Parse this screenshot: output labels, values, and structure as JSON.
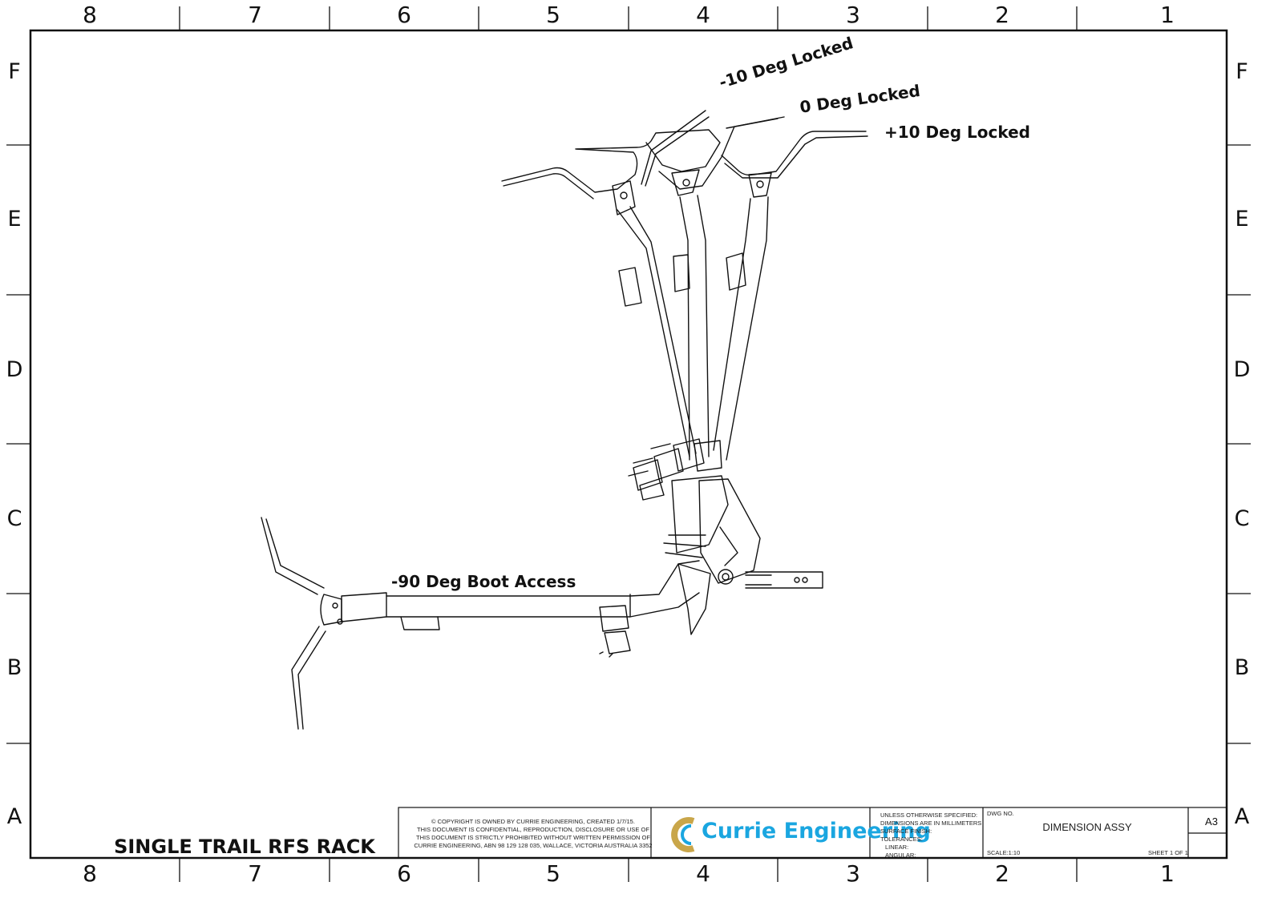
{
  "border": {
    "column_numbers": [
      "8",
      "7",
      "6",
      "5",
      "4",
      "3",
      "2",
      "1"
    ],
    "row_letters": [
      "F",
      "E",
      "D",
      "C",
      "B",
      "A"
    ]
  },
  "callouts": {
    "minus_10": "-10 Deg Locked",
    "zero": "0 Deg Locked",
    "plus_10": "+10 Deg Locked",
    "boot": "-90 Deg Boot Access"
  },
  "title_block": {
    "title": "SINGLE TRAIL RFS RACK",
    "copyright_lines": [
      "© COPYRIGHT IS OWNED BY CURRIE ENGINEERING, CREATED 1/7/15.",
      "THIS DOCUMENT IS CONFIDENTIAL, REPRODUCTION, DISCLOSURE OR USE OF",
      "THIS DOCUMENT IS STRICTLY PROHIBITED WITHOUT WRITTEN PERMISSION OF",
      "CURRIE ENGINEERING, ABN 98 129 128 035, WALLACE, VICTORIA AUSTRALIA 3352"
    ],
    "company": "Currie Engineering",
    "spec_lines": [
      "UNLESS OTHERWISE SPECIFIED:",
      "DIMENSIONS ARE IN MILLIMETERS",
      "SURFACE FINISH:",
      "TOLERANCES:",
      "LINEAR:",
      "ANGULAR:"
    ],
    "dwg_no_label": "DWG NO.",
    "description": "DIMENSION ASSY",
    "scale": "SCALE:1:10",
    "sheet": "SHEET 1 OF 1",
    "paper_size": "A3"
  },
  "colors": {
    "line": "#111111",
    "logo_blue": "#1aa6e0",
    "logo_gold": "#c9a64a"
  }
}
